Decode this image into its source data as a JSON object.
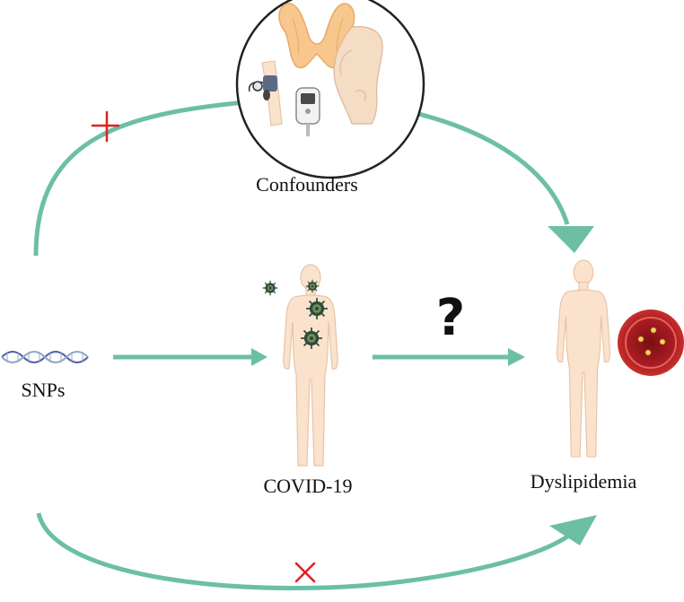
{
  "labels": {
    "snps": "SNPs",
    "covid": "COVID-19",
    "dyslipidemia": "Dyslipidemia",
    "confounders": "Confounders",
    "question": "?"
  },
  "colors": {
    "arrow": "#6cbfa4",
    "mark": "#e02020",
    "skin": "#fbe2cc",
    "skin_edge": "#e9c3a6",
    "virus": "#2f4b38",
    "thyroid": "#f8c78d",
    "dna": "#4a5fa8",
    "vessel": "#c9302c"
  },
  "icons": {
    "dna": "dna-helix-icon",
    "virus": "virus-icon",
    "thyroid": "thyroid-icon",
    "bp_cuff": "blood-pressure-cuff-icon",
    "glucometer": "glucometer-icon",
    "obese_torso": "obese-torso-icon",
    "blood_vessel": "blood-vessel-plaque-icon",
    "plus_mark": "plus-mark-icon",
    "cross_mark": "cross-mark-icon"
  }
}
